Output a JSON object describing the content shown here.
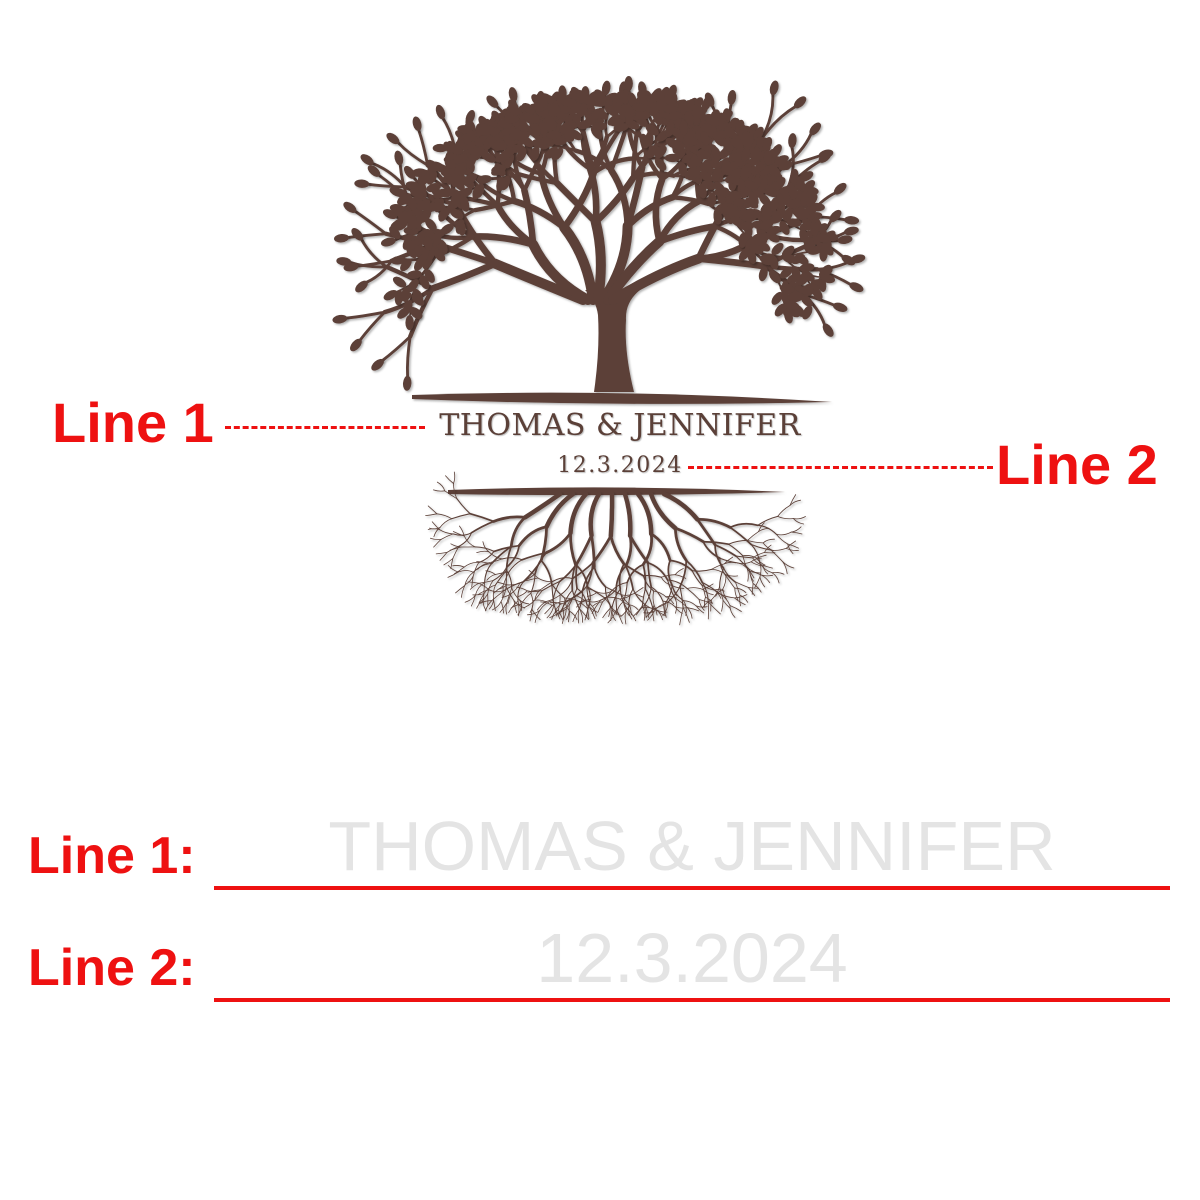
{
  "design": {
    "line1_text": "THOMAS & JENNIFER",
    "line2_text": "12.3.2024",
    "ink_color": "#5b4038"
  },
  "callouts": {
    "line1_label": "Line 1",
    "line2_label": "Line 2",
    "color": "#ee1111"
  },
  "form": {
    "line1": {
      "label": "Line 1:",
      "placeholder": "THOMAS & JENNIFER",
      "value": ""
    },
    "line2": {
      "label": "Line 2:",
      "placeholder": "12.3.2024",
      "value": ""
    }
  },
  "icons": [
    "tree-of-life-icon",
    "tree-roots-icon"
  ]
}
